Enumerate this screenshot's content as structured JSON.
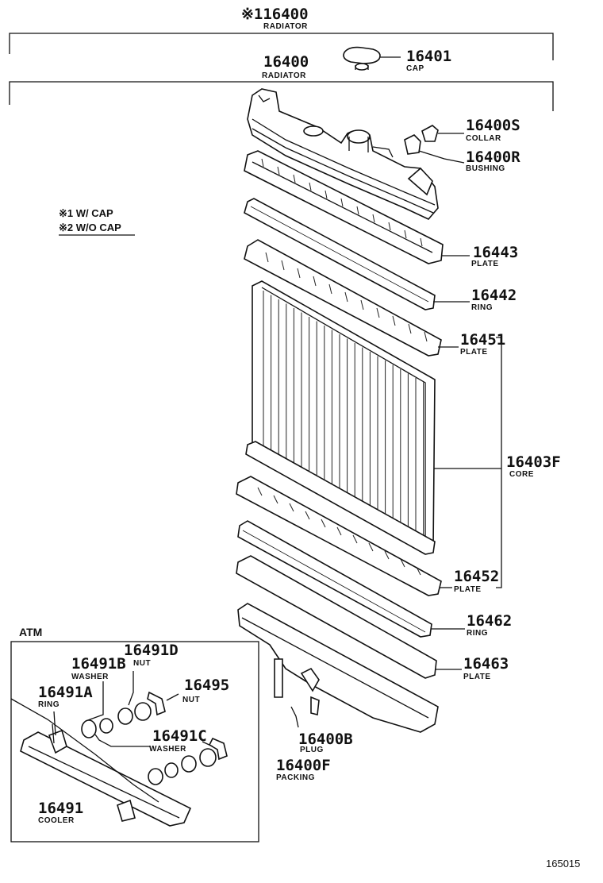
{
  "page_code": "165015",
  "legend": {
    "line1": "※1 W/ CAP",
    "line2": "※2 W/O CAP"
  },
  "atm_label": "ATM",
  "callouts": [
    {
      "id": "16400-top",
      "number": "※116400",
      "name": "RADIATOR"
    },
    {
      "id": "16401",
      "number": "16401",
      "name": "CAP"
    },
    {
      "id": "16400",
      "number": "16400",
      "name": "RADIATOR"
    },
    {
      "id": "16400S",
      "number": "16400S",
      "name": "COLLAR"
    },
    {
      "id": "16400R",
      "number": "16400R",
      "name": "BUSHING"
    },
    {
      "id": "16443",
      "number": "16443",
      "name": "PLATE"
    },
    {
      "id": "16442",
      "number": "16442",
      "name": "RING"
    },
    {
      "id": "16451",
      "number": "16451",
      "name": "PLATE"
    },
    {
      "id": "16403F",
      "number": "16403F",
      "name": "CORE"
    },
    {
      "id": "16452",
      "number": "16452",
      "name": "PLATE"
    },
    {
      "id": "16462",
      "number": "16462",
      "name": "RING"
    },
    {
      "id": "16463",
      "number": "16463",
      "name": "PLATE"
    },
    {
      "id": "16400B",
      "number": "16400B",
      "name": "PLUG"
    },
    {
      "id": "16400F",
      "number": "16400F",
      "name": "PACKING"
    },
    {
      "id": "16491D",
      "number": "16491D",
      "name": "NUT"
    },
    {
      "id": "16491B",
      "number": "16491B",
      "name": "WASHER"
    },
    {
      "id": "16495",
      "number": "16495",
      "name": "NUT"
    },
    {
      "id": "16491A",
      "number": "16491A",
      "name": "RING"
    },
    {
      "id": "16491C",
      "number": "16491C",
      "name": "WASHER"
    },
    {
      "id": "16491",
      "number": "16491",
      "name": "COOLER"
    }
  ]
}
